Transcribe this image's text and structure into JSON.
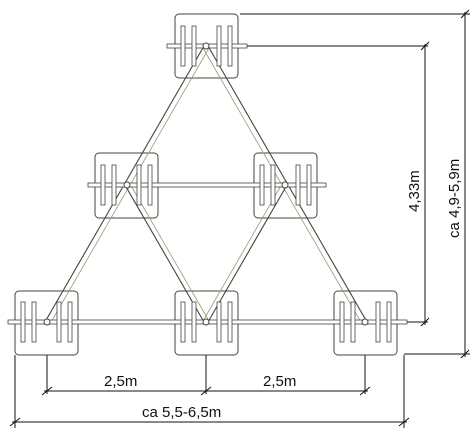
{
  "title": "",
  "dimensions": {
    "spacing_left": "2,5m",
    "spacing_right": "2,5m",
    "total_width": "ca 5,5-6,5m",
    "height": "4,33m",
    "total_height": "ca 4,9-5,9m"
  },
  "colors": {
    "line": "#444444",
    "accent": "#9a9a70",
    "text": "#111111"
  }
}
